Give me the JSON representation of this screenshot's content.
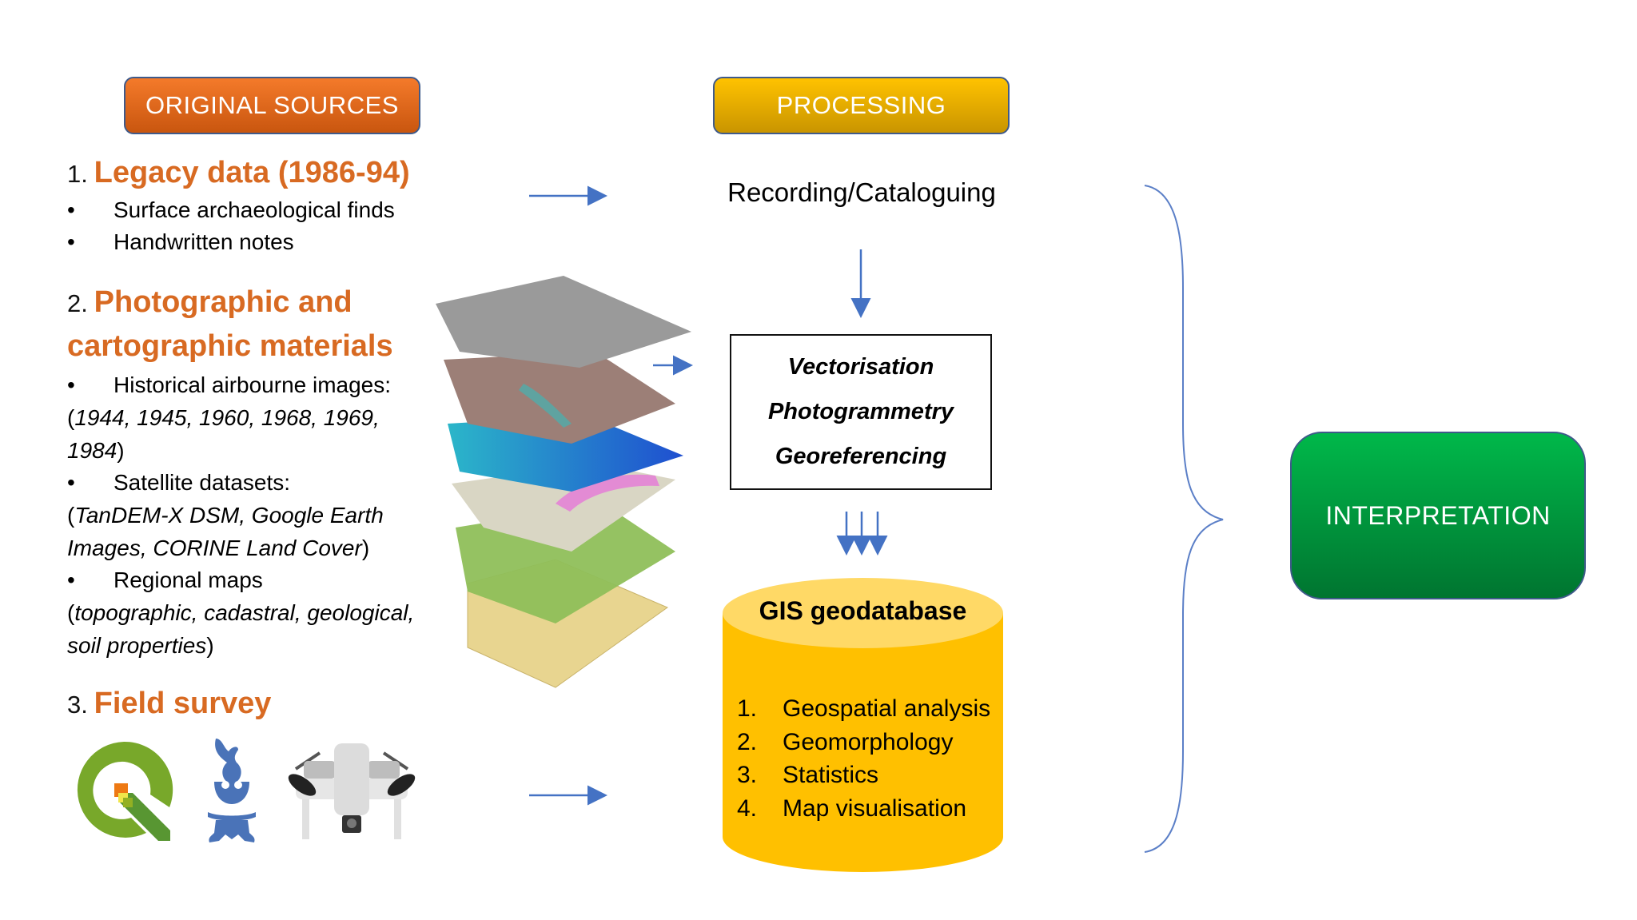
{
  "headers": {
    "original_sources": "ORIGINAL SOURCES",
    "processing": "PROCESSING",
    "interpretation": "INTERPRETATION"
  },
  "colors": {
    "orange_header": "#e8691e",
    "yellow_header": "#f0b400",
    "green_box": "#00a040",
    "heading_text": "#d86a22",
    "arrow": "#4472c4",
    "cylinder_body": "#ffc000",
    "cylinder_top": "#ffd966"
  },
  "sources": [
    {
      "number": "1.",
      "title": "Legacy data (1986-94)",
      "bullets": [
        "Surface archaeological finds",
        "Handwritten notes"
      ]
    },
    {
      "number": "2.",
      "title_line1": "Photographic and",
      "title_line2": "cartographic materials",
      "items": [
        {
          "bullet": "Historical airbourne images:",
          "detail_line1": "1944, 1945, 1960, 1968, 1969,",
          "detail_line2": "1984"
        },
        {
          "bullet": "Satellite datasets:",
          "detail_line1": "TanDEM-X DSM, Google Earth",
          "detail_line2": "Images, CORINE Land Cover"
        },
        {
          "bullet": "Regional maps",
          "detail_line1": "topographic, cadastral, geological,",
          "detail_line2": "soil properties"
        }
      ]
    },
    {
      "number": "3.",
      "title": "Field survey",
      "icons": [
        "qgis-logo-icon",
        "qfield-logo-icon",
        "drone-icon"
      ]
    }
  ],
  "bullet_char": "•",
  "processing": {
    "step1": "Recording/Cataloguing",
    "box_items": [
      "Vectorisation",
      "Photogrammetry",
      "Georeferencing"
    ],
    "database_title": "GIS geodatabase",
    "database_items": [
      {
        "n": "1.",
        "label": "Geospatial analysis"
      },
      {
        "n": "2.",
        "label": "Geomorphology"
      },
      {
        "n": "3.",
        "label": "Statistics"
      },
      {
        "n": "4.",
        "label": "Map visualisation"
      }
    ]
  },
  "map_layers": [
    "historical-aerial-photo",
    "satellite-image",
    "dsm-elevation",
    "geological-map",
    "topographic-map",
    "cadastral-map"
  ]
}
